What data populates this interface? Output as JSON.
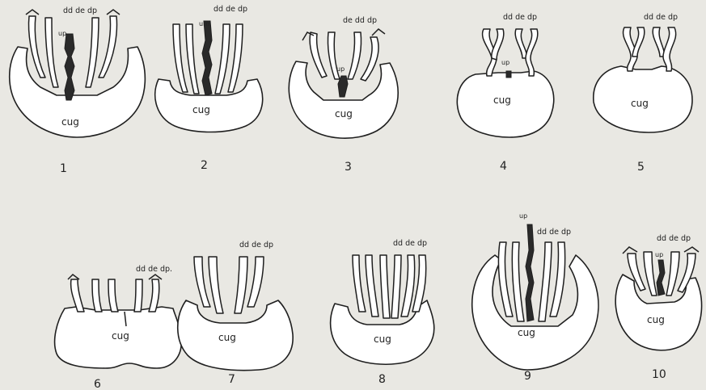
{
  "figures": [
    {
      "number": "1",
      "main_label": "cug",
      "duct_label": "dd  de  dp",
      "extra_label": "up"
    },
    {
      "number": "2",
      "main_label": "cug",
      "duct_label": "dd de dp",
      "extra_label": "um"
    },
    {
      "number": "3",
      "main_label": "cug",
      "duct_label": "de  dd    dp",
      "extra_label": "up"
    },
    {
      "number": "4",
      "main_label": "cug",
      "duct_label": "dd de dp",
      "extra_label": "up"
    },
    {
      "number": "5",
      "main_label": "cug",
      "duct_label": "dd de dp",
      "extra_label": ""
    },
    {
      "number": "6",
      "main_label": "cug",
      "duct_label": "dd de dp.",
      "extra_label": ""
    },
    {
      "number": "7",
      "main_label": "cug",
      "duct_label": "dd de  dp",
      "extra_label": ""
    },
    {
      "number": "8",
      "main_label": "cug",
      "duct_label": "dd de dp",
      "extra_label": ""
    },
    {
      "number": "9",
      "main_label": "cug",
      "duct_label": "dd de dp",
      "extra_label": "up"
    },
    {
      "number": "10",
      "main_label": "cug",
      "duct_label": "dd  de   dp",
      "extra_label": "up"
    }
  ]
}
